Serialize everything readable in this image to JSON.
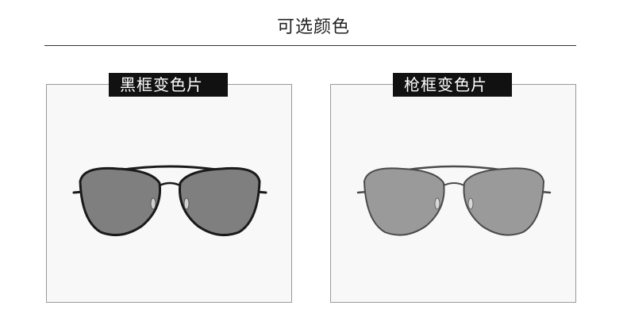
{
  "header": {
    "title": "可选颜色"
  },
  "options": [
    {
      "label": "黑框变色片",
      "frame_color": "#1a1a1a",
      "lens_color": "#7f7f7f"
    },
    {
      "label": "枪框变色片",
      "frame_color": "#4a4a4a",
      "lens_color": "#9a9a9a"
    }
  ],
  "colors": {
    "background": "#ffffff",
    "card_background": "#f8f8f8",
    "card_border": "#9a9a9a",
    "label_background": "#111111",
    "label_text": "#ffffff"
  }
}
